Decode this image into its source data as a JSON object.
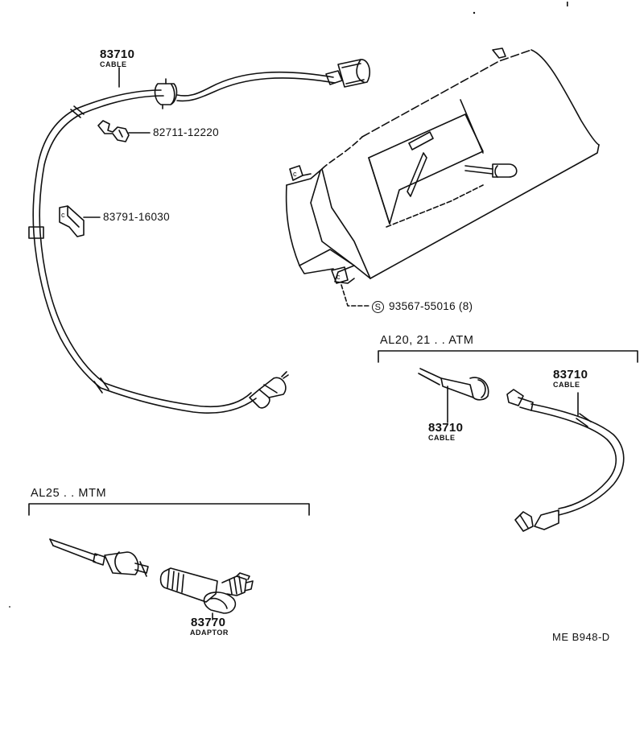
{
  "main_cable": {
    "number": "83710",
    "name": "CABLE"
  },
  "clip_1": {
    "part_no": "82711-12220"
  },
  "clip_2": {
    "part_no": "83791-16030"
  },
  "screw": {
    "symbol": "S",
    "part_no": "93567-55016 (8)"
  },
  "atm_group": {
    "title": "AL20, 21 . . ATM",
    "cable_upper": {
      "number": "83710",
      "name": "CABLE"
    },
    "cable_lower": {
      "number": "83710",
      "name": "CABLE"
    }
  },
  "mtm_group": {
    "title": "AL25 . . MTM",
    "adaptor": {
      "number": "83770",
      "name": "ADAPTOR"
    }
  },
  "drawing_code": "ME B948-D"
}
